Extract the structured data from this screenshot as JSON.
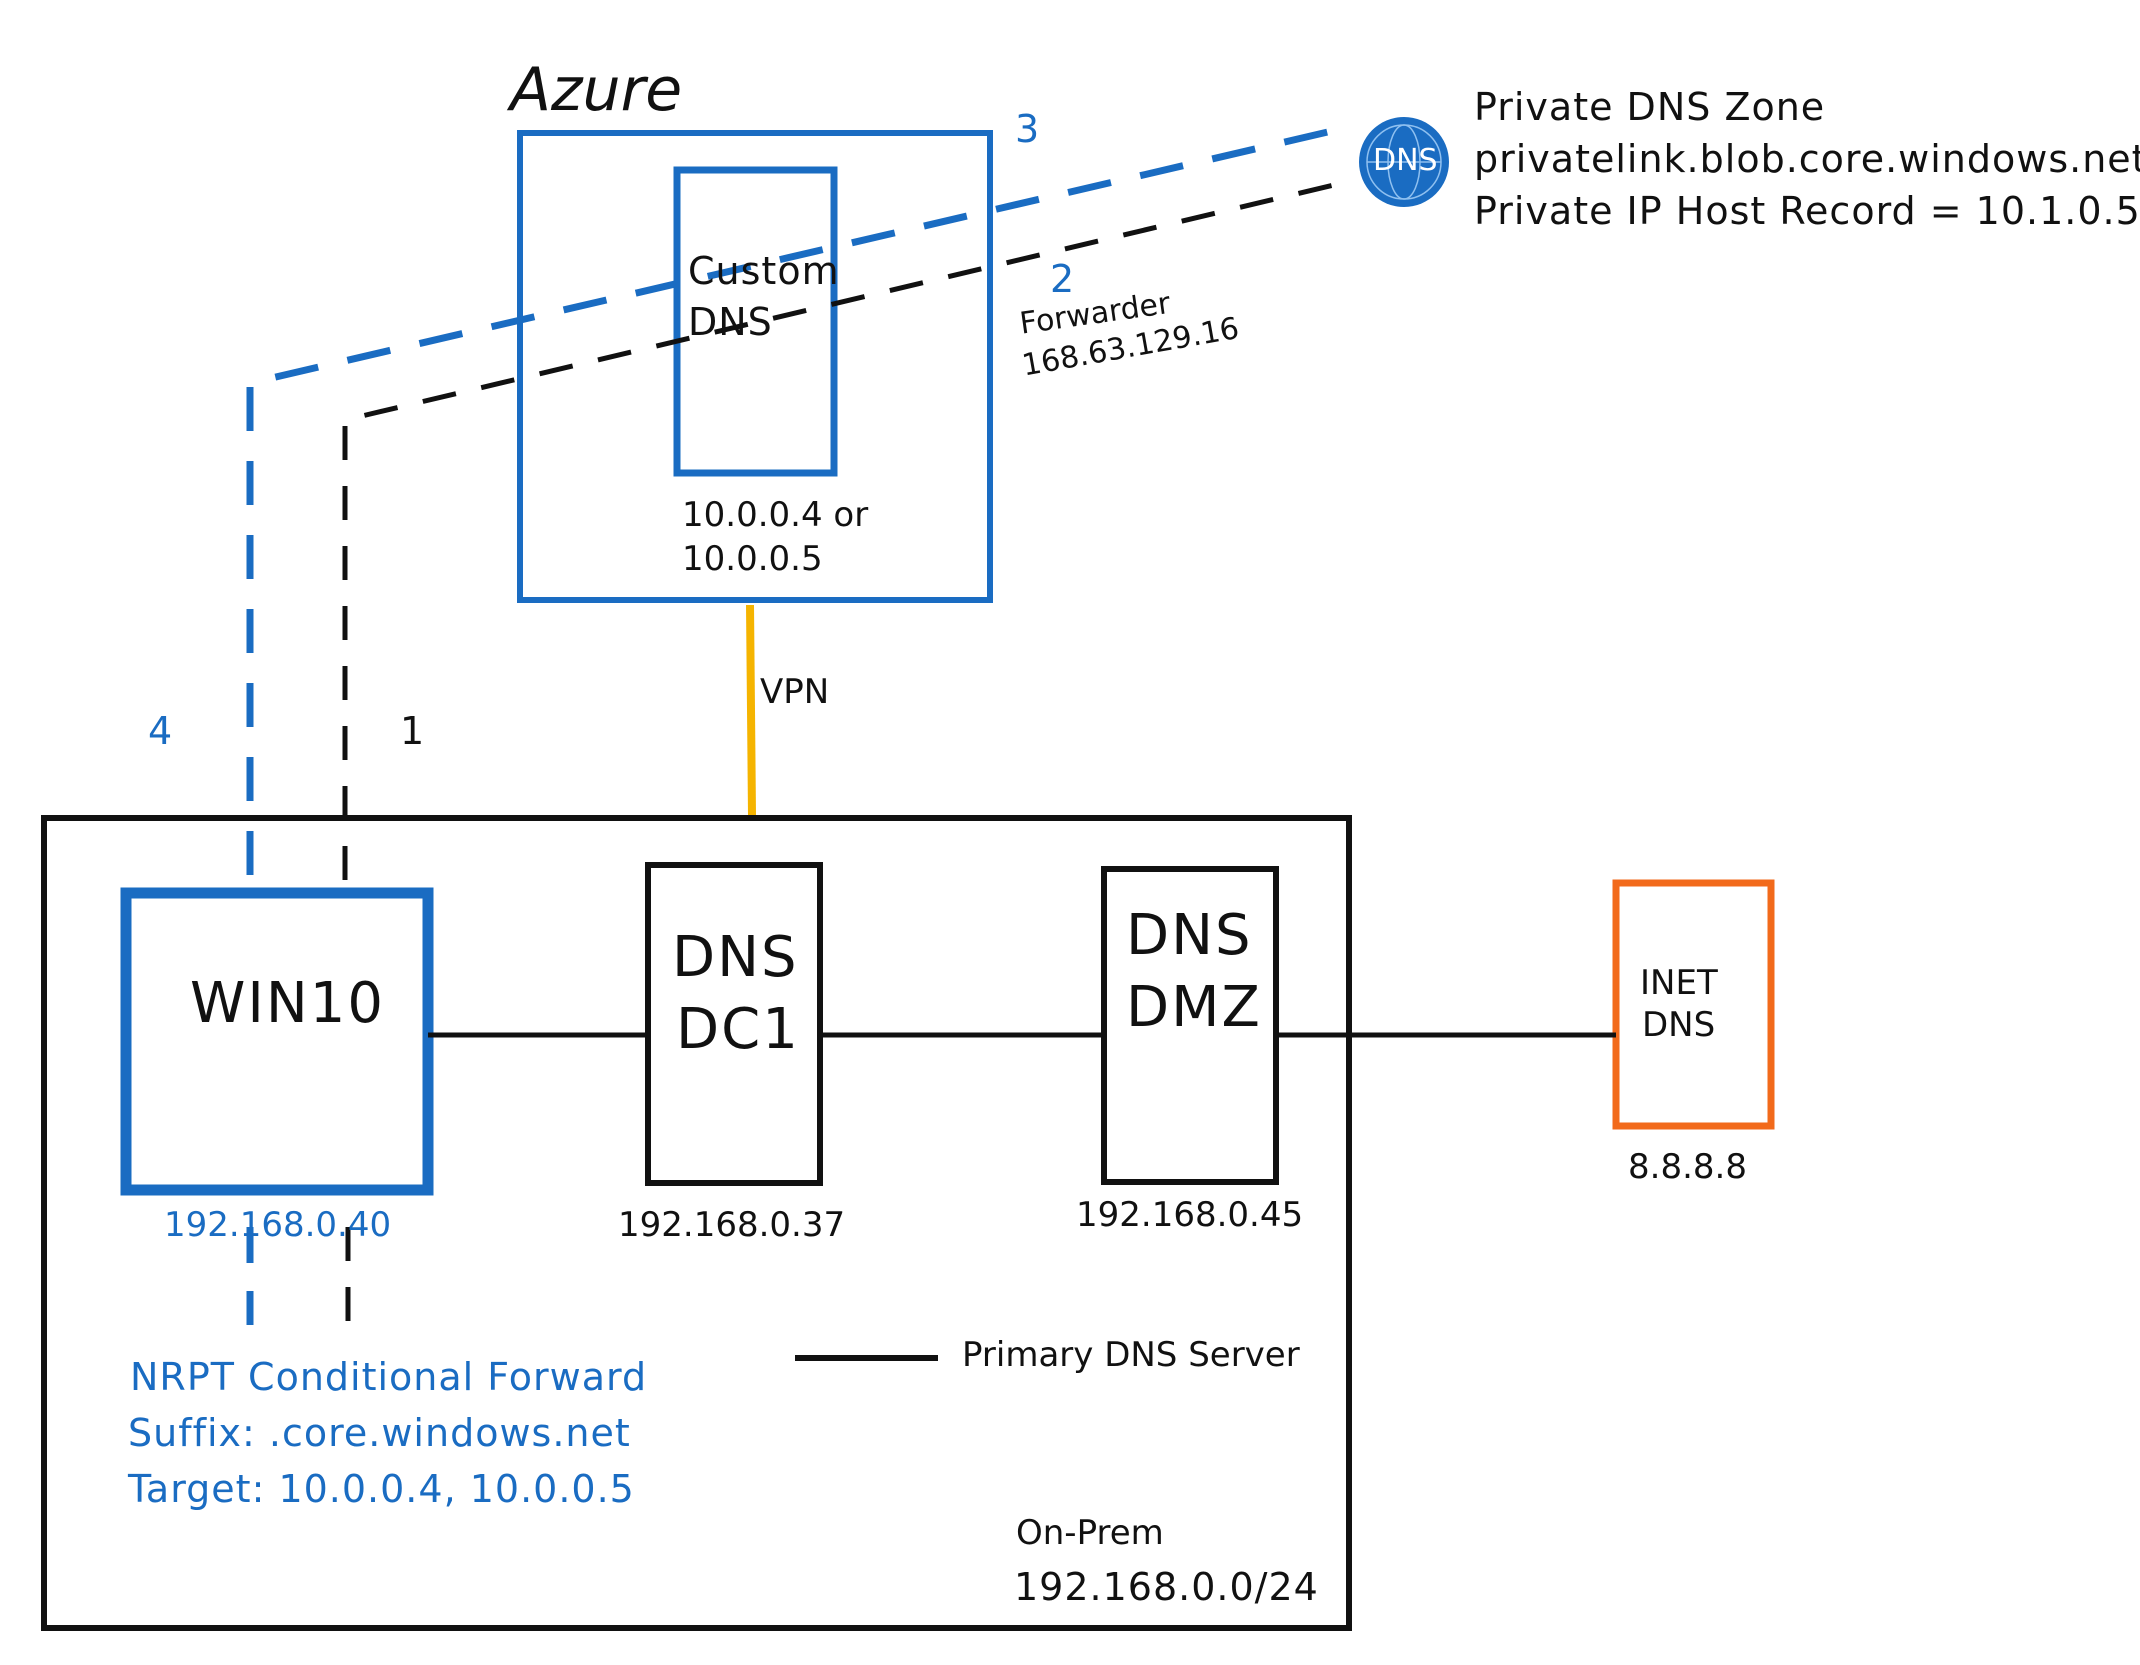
{
  "diagram": {
    "azure": {
      "title": "Azure",
      "custom_dns_label": [
        "Custom",
        "DNS"
      ],
      "custom_dns_ips": [
        "10.0.0.4 or",
        "10.0.0.5"
      ]
    },
    "zone_info": [
      "Private DNS Zone",
      "privatelink.blob.core.windows.net",
      "Private IP Host Record = 10.1.0.5"
    ],
    "dns_badge": "DNS",
    "forwarder": [
      "Forwarder",
      "168.63.129.16"
    ],
    "steps": {
      "one": "1",
      "two": "2",
      "three": "3",
      "four": "4"
    },
    "vpn_label": "VPN",
    "win10": {
      "label": "WIN10",
      "ip": "192.168.0.40"
    },
    "dns_dc1": {
      "label": [
        "DNS",
        "DC1"
      ],
      "ip": "192.168.0.37"
    },
    "dns_dmz": {
      "label": [
        "DNS",
        "DMZ"
      ],
      "ip": "192.168.0.45"
    },
    "inet_dns": {
      "label": [
        "INET",
        "DNS"
      ],
      "ip": "8.8.8.8"
    },
    "legend": {
      "primary": "Primary DNS Server"
    },
    "nrpt": [
      "NRPT Conditional Forward",
      "Suffix: .core.windows.net",
      "Target: 10.0.0.4, 10.0.0.5"
    ],
    "onprem": [
      "On-Prem",
      "192.168.0.0/24"
    ],
    "colors": {
      "blue": "#1a6cc2",
      "black": "#111111",
      "vpn": "#f5b400",
      "orange": "#f26a1b"
    }
  }
}
